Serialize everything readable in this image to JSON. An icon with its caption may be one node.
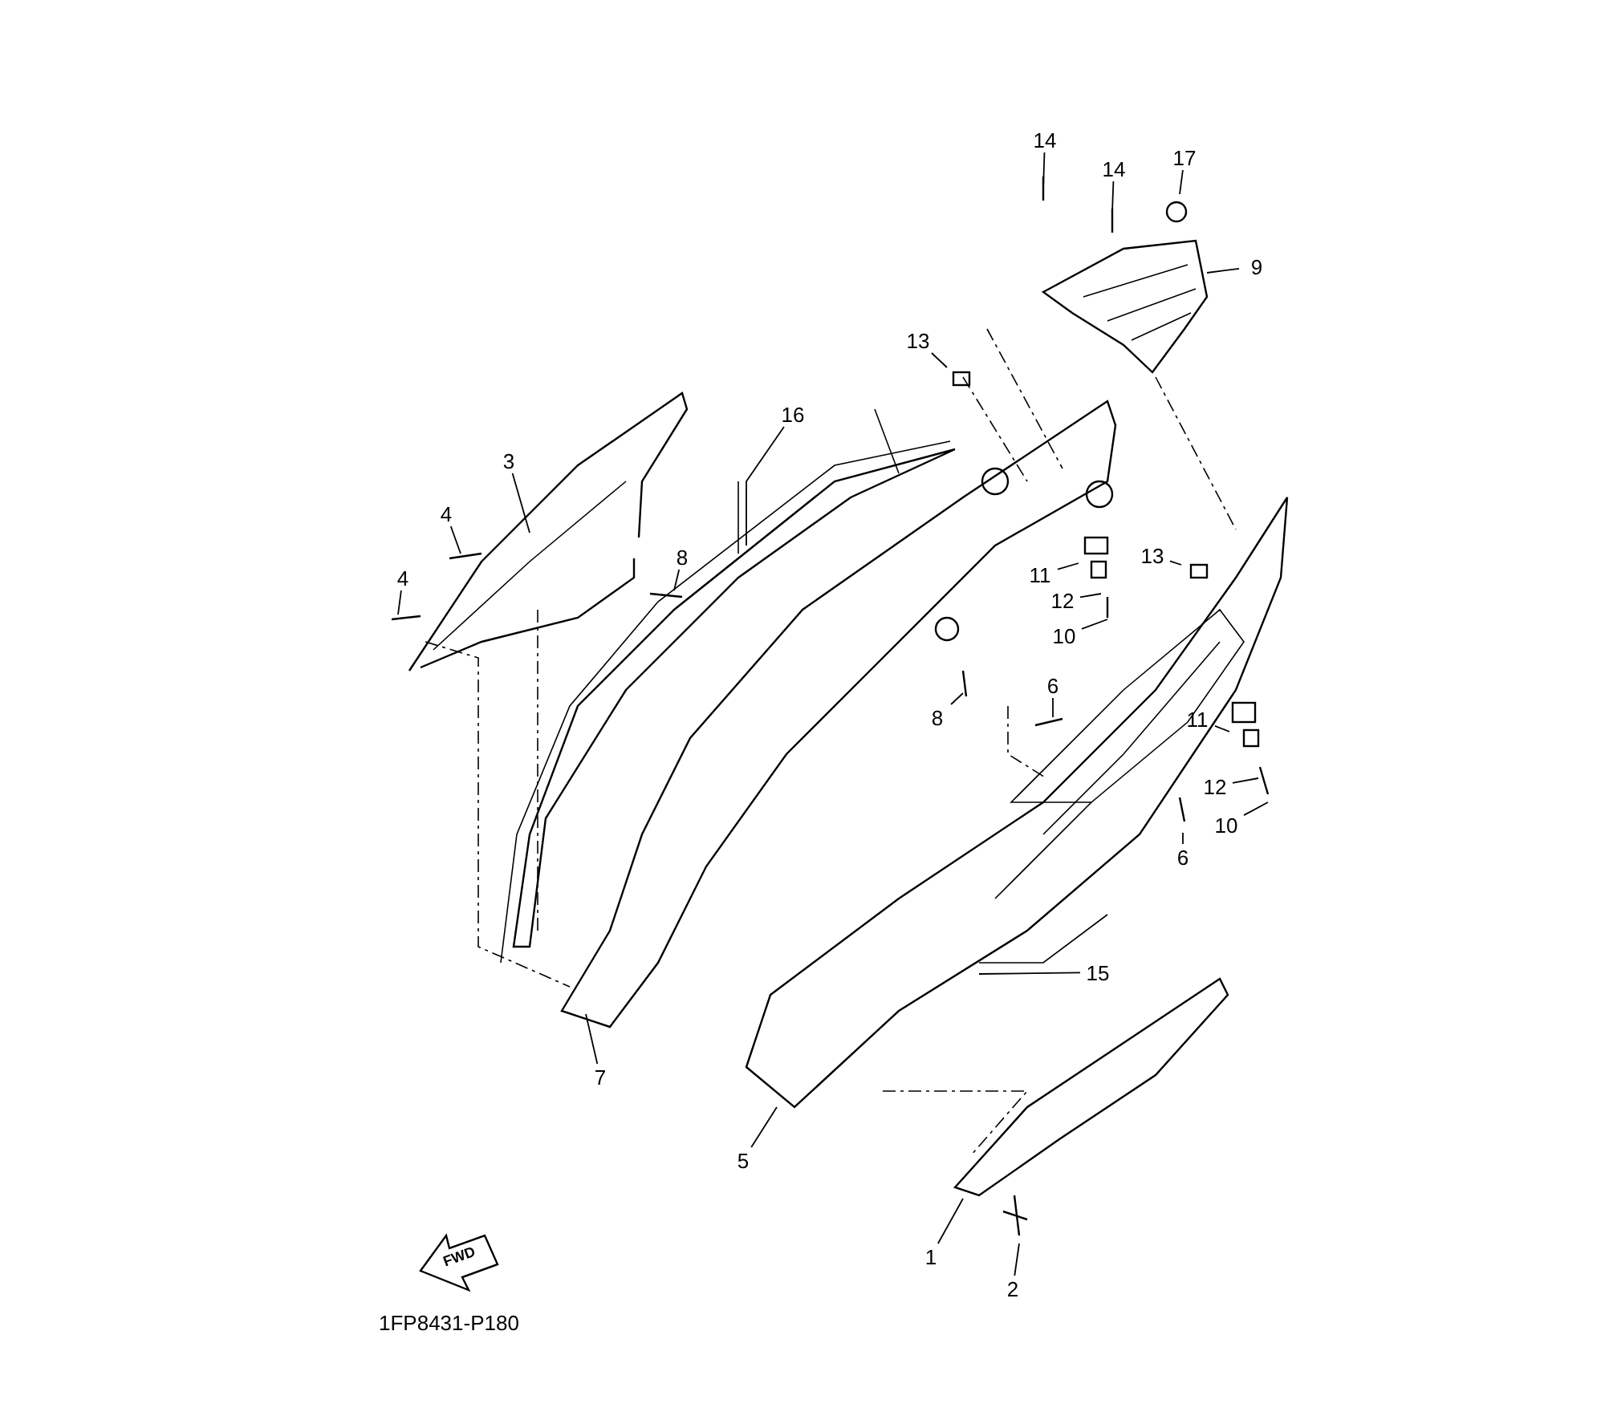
{
  "diagram": {
    "nodes": [
      {
        "text": [
          "14"
        ]
      },
      {
        "text": [
          "14"
        ]
      },
      {
        "text": [
          "17"
        ]
      },
      {
        "text": [
          "9"
        ]
      },
      {
        "text": [
          "13"
        ]
      },
      {
        "text": [
          "16"
        ]
      },
      {
        "text": [
          "3"
        ]
      },
      {
        "text": [
          "4"
        ]
      },
      {
        "text": [
          "4"
        ]
      },
      {
        "text": [
          "8"
        ]
      },
      {
        "text": [
          "11"
        ]
      },
      {
        "text": [
          "13"
        ]
      },
      {
        "text": [
          "12"
        ]
      },
      {
        "text": [
          "10"
        ]
      },
      {
        "text": [
          "8"
        ]
      },
      {
        "text": [
          "6"
        ]
      },
      {
        "text": [
          "11"
        ]
      },
      {
        "text": [
          "12"
        ]
      },
      {
        "text": [
          "10"
        ]
      },
      {
        "text": [
          "6"
        ]
      },
      {
        "text": [
          "15"
        ]
      },
      {
        "text": [
          "7"
        ]
      },
      {
        "text": [
          "5"
        ]
      },
      {
        "text": [
          "1"
        ]
      },
      {
        "text": [
          "2"
        ]
      }
    ],
    "edges": [
      {
        "from": 0,
        "to": null,
        "arrow": "none"
      },
      {
        "from": 1,
        "to": null,
        "arrow": "none"
      },
      {
        "from": 2,
        "to": null,
        "arrow": "none"
      },
      {
        "from": 3,
        "to": null,
        "arrow": "none"
      },
      {
        "from": 4,
        "to": null,
        "arrow": "none"
      },
      {
        "from": 5,
        "to": null,
        "arrow": "none"
      },
      {
        "from": 6,
        "to": null,
        "arrow": "none"
      },
      {
        "from": 7,
        "to": null,
        "arrow": "none"
      },
      {
        "from": 8,
        "to": null,
        "arrow": "none"
      },
      {
        "from": 9,
        "to": null,
        "arrow": "none"
      },
      {
        "from": 10,
        "to": null,
        "arrow": "none"
      },
      {
        "from": 11,
        "to": null,
        "arrow": "none"
      },
      {
        "from": 12,
        "to": null,
        "arrow": "none"
      },
      {
        "from": 13,
        "to": null,
        "arrow": "none"
      },
      {
        "from": 14,
        "to": null,
        "arrow": "none"
      },
      {
        "from": 15,
        "to": null,
        "arrow": "none"
      },
      {
        "from": 16,
        "to": null,
        "arrow": "none"
      },
      {
        "from": 17,
        "to": null,
        "arrow": "none"
      },
      {
        "from": 18,
        "to": null,
        "arrow": "none"
      },
      {
        "from": 19,
        "to": null,
        "arrow": "none"
      },
      {
        "from": 20,
        "to": null,
        "arrow": "none"
      },
      {
        "from": 21,
        "to": null,
        "arrow": "none"
      },
      {
        "from": 22,
        "to": null,
        "arrow": "none"
      },
      {
        "from": 23,
        "to": null,
        "arrow": "none"
      },
      {
        "from": 24,
        "to": null,
        "arrow": "none"
      }
    ],
    "labels": [
      "FWD",
      "1FP8431-P180"
    ]
  }
}
